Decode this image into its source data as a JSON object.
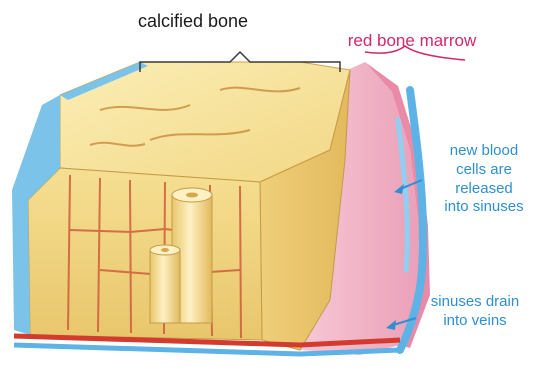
{
  "labels": {
    "calcified_bone": "calcified bone",
    "red_bone_marrow": "red bone marrow",
    "new_blood_cells": [
      "new blood",
      "cells are",
      "released",
      "into sinuses"
    ],
    "sinuses_drain": [
      "sinuses drain",
      "into veins"
    ]
  },
  "colors": {
    "label_dark": "#1a1a1a",
    "label_marrow": "#d2286e",
    "label_blue": "#2f8fd0",
    "bone_fill": "#f3dc8c",
    "bone_dark": "#d9b85a",
    "marrow_pink": "#f3b9cb",
    "vessel_red": "#d23b2e",
    "vessel_blue": "#5eb3e6"
  }
}
